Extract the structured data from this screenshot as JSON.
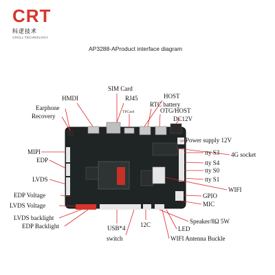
{
  "logo": {
    "mark": "CRT",
    "cn": "科逻技术",
    "en": "CROLL TECHNOLOGY"
  },
  "title": "AP3288-AProduct interface diagram",
  "callouts": [
    {
      "id": "sim-card",
      "text": "SIM Card"
    },
    {
      "id": "rj45",
      "text": "RJ45"
    },
    {
      "id": "hmdi",
      "text": "HMDI"
    },
    {
      "id": "tf-card",
      "text": "TFCard"
    },
    {
      "id": "host",
      "text": "HOST"
    },
    {
      "id": "rtc-battery",
      "text": "RTC battery"
    },
    {
      "id": "otg-host",
      "text": "OTG/HOST"
    },
    {
      "id": "dc12v",
      "text": "DC12V"
    },
    {
      "id": "earphone",
      "text": "Earphone"
    },
    {
      "id": "recovery",
      "text": "Recovery"
    },
    {
      "id": "power-supply",
      "text": "Power supply 12V"
    },
    {
      "id": "mipi",
      "text": "MIPI"
    },
    {
      "id": "edp",
      "text": "EDP"
    },
    {
      "id": "tty-s3",
      "text": "tty S3"
    },
    {
      "id": "socket-4g",
      "text": "4G socket"
    },
    {
      "id": "tty-s4",
      "text": "tty S4"
    },
    {
      "id": "tty-s0",
      "text": "tty S0"
    },
    {
      "id": "lvds",
      "text": "LVDS"
    },
    {
      "id": "tty-s1",
      "text": "tty S1"
    },
    {
      "id": "wifi",
      "text": "WIFI"
    },
    {
      "id": "gpio",
      "text": "GPIO"
    },
    {
      "id": "edp-voltage",
      "text": "EDP Voltage"
    },
    {
      "id": "mic",
      "text": "MIC"
    },
    {
      "id": "lvds-voltage",
      "text": "LVDS Voltage"
    },
    {
      "id": "lvds-backlight",
      "text": "LVDS backlight"
    },
    {
      "id": "speaker",
      "text": "Speaker/8Ω 5W"
    },
    {
      "id": "edp-backlight",
      "text": "EDP Backlight"
    },
    {
      "id": "usb4",
      "text": "USB*4"
    },
    {
      "id": "i2c",
      "text": "12C"
    },
    {
      "id": "led",
      "text": "LED"
    },
    {
      "id": "switch",
      "text": "switch"
    },
    {
      "id": "wifi-antenna",
      "text": "WIFI Antenna Buckle"
    }
  ],
  "colors": {
    "label": "#d9262a",
    "leader": "#d9262a",
    "board": "#1f2424",
    "accent": "#d9342b"
  }
}
